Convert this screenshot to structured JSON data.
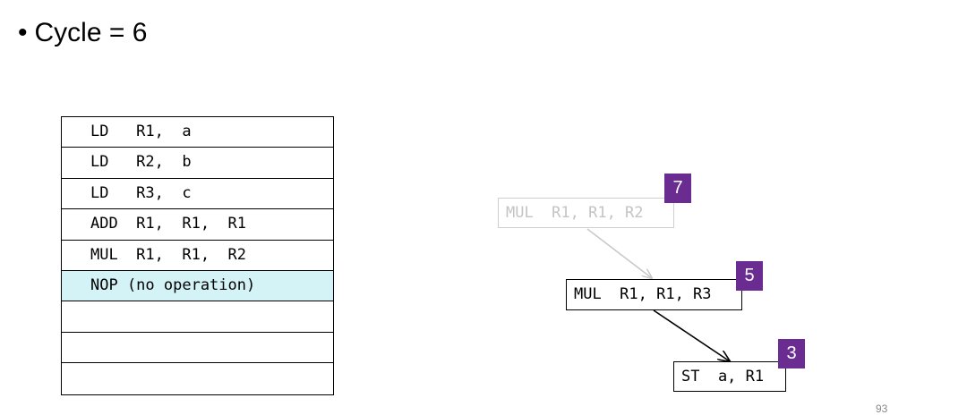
{
  "title": {
    "bullet": "•",
    "text": "Cycle = 6"
  },
  "schedule": {
    "rows": [
      {
        "text": "LD   R1,  a"
      },
      {
        "text": "LD   R2,  b"
      },
      {
        "text": "LD   R3,  c"
      },
      {
        "text": "ADD  R1,  R1,  R1"
      },
      {
        "text": "MUL  R1,  R1,  R2"
      },
      {
        "text": "NOP (no operation)",
        "highlighted": true
      },
      {
        "text": ""
      },
      {
        "text": ""
      },
      {
        "text": ""
      }
    ]
  },
  "graph": {
    "nodes": [
      {
        "id": "n1",
        "text": "MUL  R1, R1, R2",
        "priority": "7",
        "state": "scheduled"
      },
      {
        "id": "n2",
        "text": "MUL  R1, R1, R3",
        "priority": "5",
        "state": "ready"
      },
      {
        "id": "n3",
        "text": "ST  a, R1",
        "priority": "3",
        "state": "ready"
      }
    ],
    "edges": [
      {
        "from": "n1",
        "to": "n2",
        "state": "faded"
      },
      {
        "from": "n2",
        "to": "n3",
        "state": "active"
      }
    ],
    "colors": {
      "badge": "#6a2c91",
      "highlight_row": "#d3f3f7",
      "faded": "#c4c4c4"
    }
  },
  "page_number": "93"
}
